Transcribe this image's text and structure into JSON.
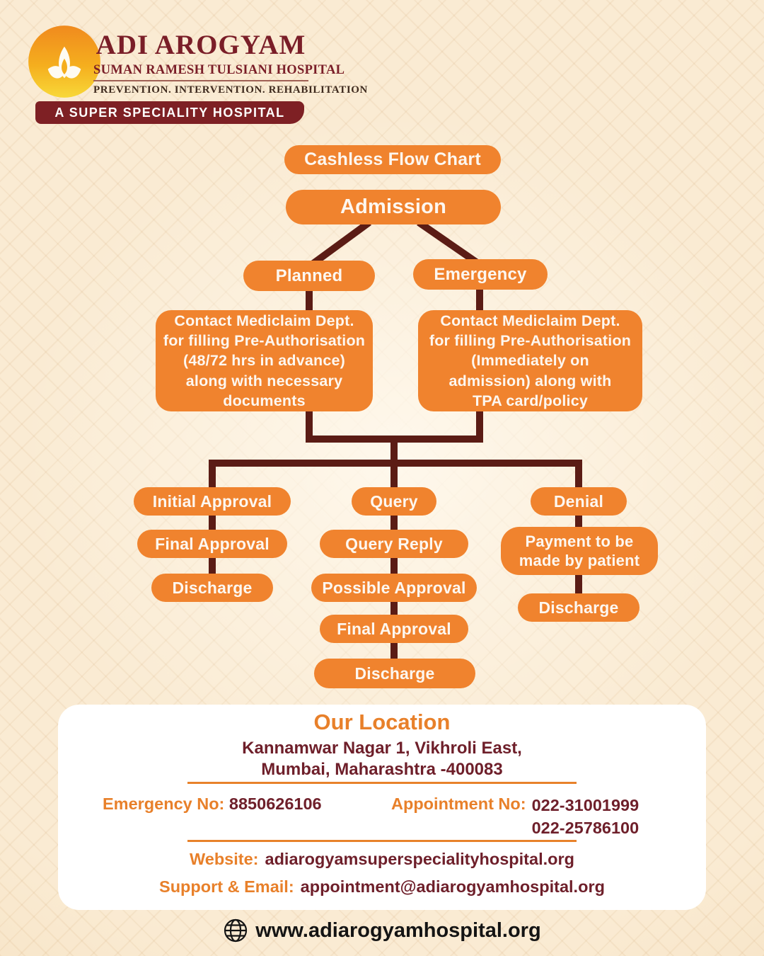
{
  "colors": {
    "pill_orange": "#F0832E",
    "line_maroon": "#5B1C15",
    "brand_maroon": "#7A1E28",
    "banner_maroon": "#7E2024",
    "label_orange": "#E8802A",
    "value_maroon": "#6E1F2A",
    "footer_black": "#141414",
    "background": "#F7E3C4"
  },
  "brand": {
    "name": "ADI AROGYAM",
    "subtitle": "SUMAN RAMESH TULSIANI HOSPITAL",
    "tagline": "PREVENTION. INTERVENTION. REHABILITATION",
    "banner": "A SUPER SPECIALITY HOSPITAL",
    "logo": "sun-lotus-icon"
  },
  "flowchart": {
    "title": "Cashless Flow Chart",
    "root": "Admission",
    "planned": {
      "label": "Planned",
      "lines": [
        "Contact Mediclaim Dept.",
        "for filling Pre-Authorisation",
        "(48/72 hrs in advance)",
        "along with necessary",
        "documents"
      ]
    },
    "emergency": {
      "label": "Emergency",
      "lines": [
        "Contact Mediclaim Dept.",
        "for filling Pre-Authorisation",
        "(Immediately on",
        "admission) along with",
        "TPA card/policy"
      ]
    },
    "col1": [
      "Initial Approval",
      "Final Approval",
      "Discharge"
    ],
    "col2": [
      "Query",
      "Query Reply",
      "Possible Approval",
      "Final Approval",
      "Discharge"
    ],
    "col3": {
      "step1": "Denial",
      "step2_line1": "Payment to be",
      "step2_line2": "made by patient",
      "step3": "Discharge"
    }
  },
  "location": {
    "heading": "Our Location",
    "address_line1": "Kannamwar Nagar 1, Vikhroli East,",
    "address_line2": "Mumbai, Maharashtra -400083"
  },
  "contacts": {
    "emergency_label": "Emergency No:",
    "emergency_number": "8850626106",
    "appointment_label": "Appointment No:",
    "appointment_numbers": [
      "022-31001999",
      "022-25786100"
    ],
    "website_label": "Website:",
    "website": "adiarogyamsuperspecialityhospital.org",
    "support_label": "Support & Email:",
    "support_email": "appointment@adiarogyamhospital.org"
  },
  "footer": {
    "url": "www.adiarogyamhospital.org"
  }
}
